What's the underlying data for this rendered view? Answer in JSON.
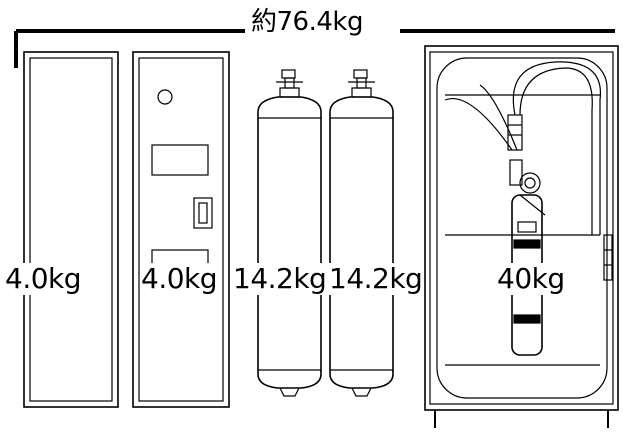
{
  "total_weight_label": "約76.4kg",
  "components": [
    {
      "weight": "4.0kg"
    },
    {
      "weight": "4.0kg"
    },
    {
      "weight": "14.2kg"
    },
    {
      "weight": "14.2kg"
    },
    {
      "weight": "40kg"
    }
  ]
}
